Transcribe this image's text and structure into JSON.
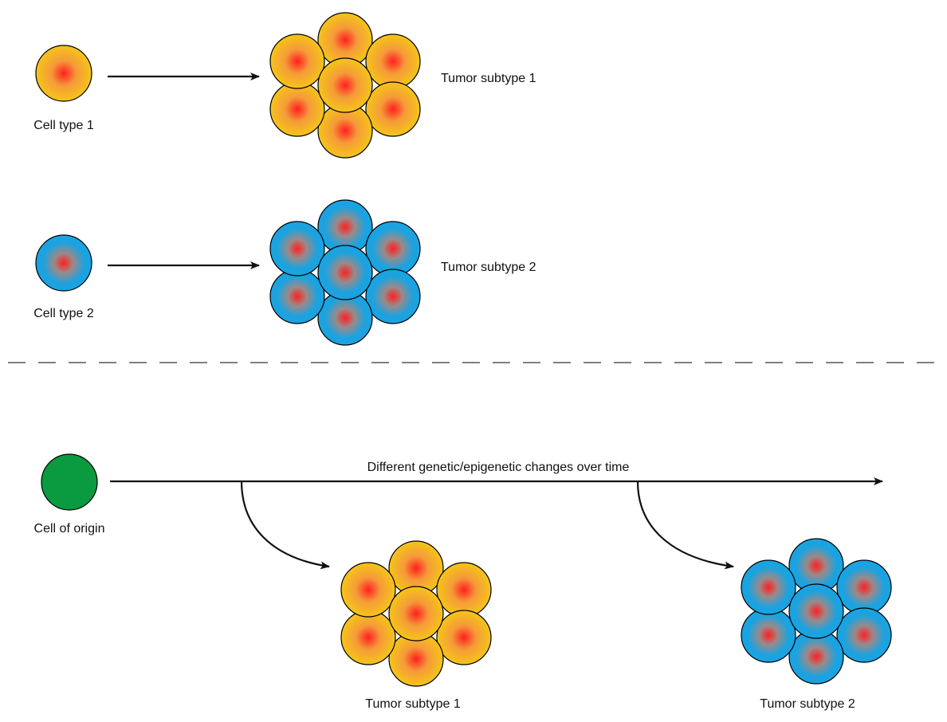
{
  "panel_a": {
    "row_1": {
      "cell_label": "Cell type 1",
      "tumor_label": "Tumor subtype 1",
      "type": "yellow"
    },
    "row_2": {
      "cell_label": "Cell type 2",
      "tumor_label": "Tumor subtype 2",
      "type": "blue"
    }
  },
  "panel_b": {
    "origin_label": "Cell of origin",
    "timeline_label": "Different genetic/epigenetic changes over time",
    "tumor_1_label": "Tumor subtype 1",
    "tumor_2_label": "Tumor subtype 2"
  },
  "colors": {
    "yellow_outer": "#f5c518",
    "yellow_mid": "#f59a3a",
    "blue_outer": "#1aa3e0",
    "blue_mid": "#9a8a8a",
    "nucleus": "#ff2020",
    "origin_fill": "#0a9a40",
    "arrow": "#111111",
    "divider": "#333333"
  }
}
